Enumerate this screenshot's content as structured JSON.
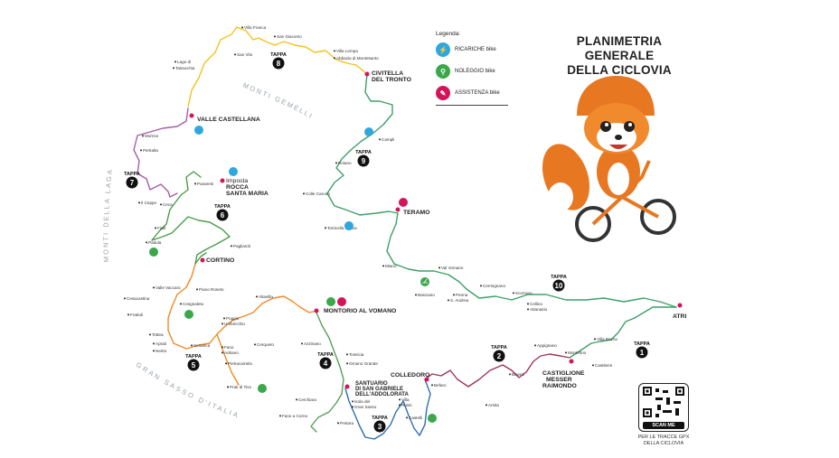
{
  "title_line1": "PLANIMETRIA GENERALE",
  "title_line2": "DELLA CICLOVIA",
  "legend": {
    "heading": "Legenda:",
    "items": [
      {
        "label": "RICARICHE bike",
        "color": "#2ea7df",
        "icon": "charging-station-icon"
      },
      {
        "label": "NOLEGGIO bike",
        "color": "#3aa84a",
        "icon": "bicycle-icon"
      },
      {
        "label": "ASSISTENZA bike",
        "color": "#d4145a",
        "icon": "wrench-icon"
      }
    ]
  },
  "qr": {
    "button": "SCAN ME",
    "caption1": "PER LE TRACCE GPX",
    "caption2": "DELLA CICLOVIA"
  },
  "mountains": {
    "gemelli": "MONTI GEMELLI",
    "laga": "MONTI DELLA LAGA",
    "gran_sasso": "GRAN SASSO D'ITALIA"
  },
  "tappe": [
    {
      "label": "TAPPA",
      "num": "1"
    },
    {
      "label": "TAPPA",
      "num": "2"
    },
    {
      "label": "TAPPA",
      "num": "3"
    },
    {
      "label": "TAPPA",
      "num": "4"
    },
    {
      "label": "TAPPA",
      "num": "5"
    },
    {
      "label": "TAPPA",
      "num": "6"
    },
    {
      "label": "TAPPA",
      "num": "7"
    },
    {
      "label": "TAPPA",
      "num": "8"
    },
    {
      "label": "TAPPA",
      "num": "9"
    },
    {
      "label": "TAPPA",
      "num": "10"
    }
  ],
  "major": [
    "ATRI",
    "CASTIGLIONE",
    "MESSER",
    "RAIMONDO",
    "COLLEDORO",
    "SANTUARIO",
    "DI SAN GABRIELE",
    "DELL'ADDOLORATA",
    "MONTORIO AL VOMANO",
    "CORTINO",
    "Imposta",
    "ROCCA",
    "SANTA MARIA",
    "VALLE CASTELLANA",
    "CIVITELLA",
    "DEL TRONTO",
    "TERAMO"
  ],
  "places": [
    "Villa Franca",
    "San Giacomo",
    "San Vito",
    "Lago di",
    "Talvacchia",
    "Villa Lempa",
    "Abbazia di Montesanto",
    "Morrice",
    "Pietralta",
    "Paranesi",
    "Il Ceppo",
    "Ceca",
    "Fiolli",
    "Padula",
    "Pagliaroli",
    "Campli",
    "Roiano",
    "Colle Caruno",
    "Torricella Sicura",
    "Miano",
    "Val Vomano",
    "Basciano",
    "Penna",
    "S. Andrea",
    "Cermignano",
    "Scorrano",
    "Cellino",
    "Attanasio",
    "Villa Bozza",
    "Appignano",
    "Montefino",
    "Castilenti",
    "Bisenti",
    "Arsita",
    "Befaro",
    "Villa",
    "Rossi",
    "Castelli",
    "Isola del",
    "Gran Sasso",
    "Pretara",
    "Fano a Corno",
    "Cerchiara",
    "Azzinano",
    "Tossicia",
    "Ornano Grande",
    "Altavilla",
    "Poggio",
    "Umbricchio",
    "Fano",
    "Adriano",
    "Cerqueto",
    "Pietracamela",
    "Prati di Tivo",
    "Senarica",
    "Nerito",
    "Aprati",
    "Tottea",
    "Frattoli",
    "Cesacastina",
    "Valle Vaccaro",
    "Piano Roseto",
    "Cesgnaleto"
  ]
}
